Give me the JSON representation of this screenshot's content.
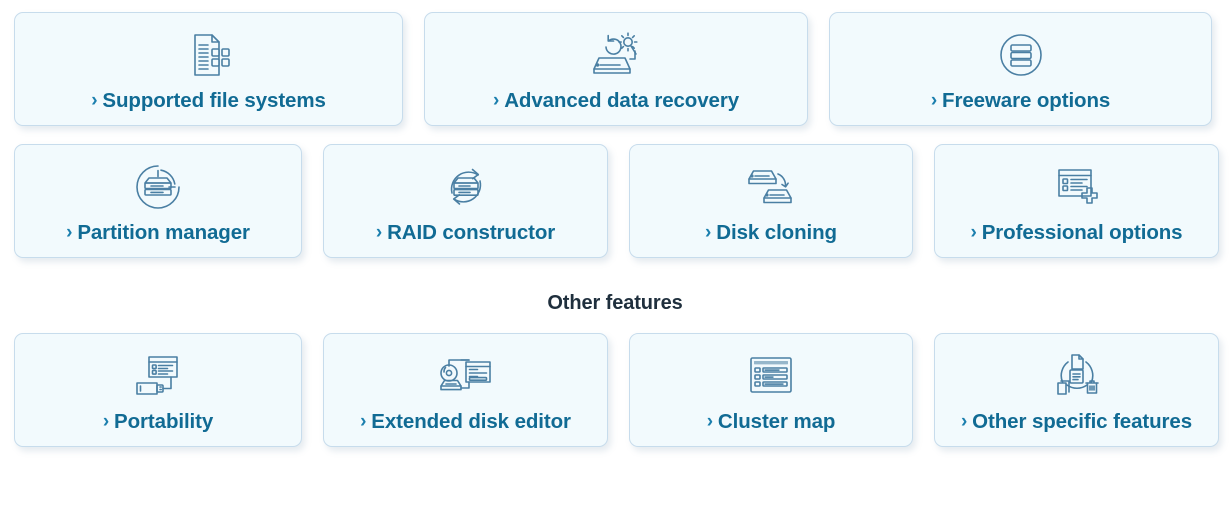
{
  "theme": {
    "card_bg": "#f2fafd",
    "card_border": "#c7dcec",
    "label_color": "#116b94",
    "icon_color": "#4a7fa3",
    "heading_color": "#1f2f3d",
    "page_bg": "#ffffff"
  },
  "chevron": "›",
  "rows": {
    "row1": [
      {
        "label": "Supported file systems",
        "icon": "document-grid-icon"
      },
      {
        "label": "Advanced data recovery",
        "icon": "disk-refresh-gear-icon"
      },
      {
        "label": "Freeware options",
        "icon": "disk-circle-icon"
      }
    ],
    "row2": [
      {
        "label": "Partition manager",
        "icon": "disk-partition-circle-icon"
      },
      {
        "label": "RAID constructor",
        "icon": "disk-sync-arrows-icon"
      },
      {
        "label": "Disk cloning",
        "icon": "two-disks-arrow-icon"
      },
      {
        "label": "Professional options",
        "icon": "list-plus-icon"
      }
    ],
    "row3": [
      {
        "label": "Portability",
        "icon": "usb-window-icon"
      },
      {
        "label": "Extended disk editor",
        "icon": "disc-disk-window-icon"
      },
      {
        "label": "Cluster map",
        "icon": "cluster-table-icon"
      },
      {
        "label": "Other specific features",
        "icon": "file-recycle-cycle-icon"
      }
    ]
  },
  "section": {
    "other_features_heading": "Other features"
  }
}
